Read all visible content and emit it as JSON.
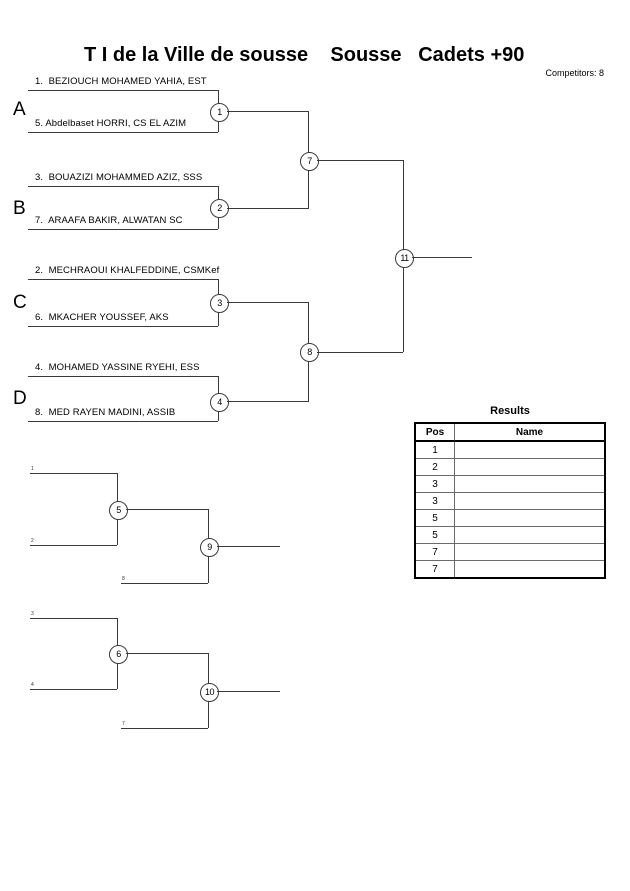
{
  "header": {
    "title": "T I de la Ville de sousse    Sousse   Cadets +90",
    "competitors_label": "Competitors: 8"
  },
  "groups": [
    {
      "letter": "A"
    },
    {
      "letter": "B"
    },
    {
      "letter": "C"
    },
    {
      "letter": "D"
    }
  ],
  "bracket": {
    "entries": [
      {
        "seed": "1.",
        "name": "BEZIOUCH MOHAMED YAHIA, EST",
        "text": "1.  BEZIOUCH MOHAMED YAHIA, EST"
      },
      {
        "seed": "5.",
        "name": "Abdelbaset HORRI, CS EL AZIM",
        "text": "5. Abdelbaset HORRI, CS EL AZIM"
      },
      {
        "seed": "3.",
        "name": "BOUAZIZI MOHAMMED AZIZ, SSS",
        "text": "3.  BOUAZIZI MOHAMMED AZIZ, SSS"
      },
      {
        "seed": "7.",
        "name": "ARAAFA BAKIR, ALWATAN SC",
        "text": "7.  ARAAFA BAKIR, ALWATAN SC"
      },
      {
        "seed": "2.",
        "name": "MECHRAOUI KHALFEDDINE, CSMKef",
        "text": "2.  MECHRAOUI KHALFEDDINE, CSMKef"
      },
      {
        "seed": "6.",
        "name": "MKACHER YOUSSEF, AKS",
        "text": "6.  MKACHER YOUSSEF, AKS"
      },
      {
        "seed": "4.",
        "name": "MOHAMED YASSINE RYEHI, ESS",
        "text": "4.  MOHAMED YASSINE RYEHI, ESS"
      },
      {
        "seed": "8.",
        "name": "MED RAYEN MADINI, ASSIB",
        "text": "8.  MED RAYEN MADINI, ASSIB"
      }
    ],
    "matches": [
      {
        "id": "1"
      },
      {
        "id": "2"
      },
      {
        "id": "3"
      },
      {
        "id": "4"
      },
      {
        "id": "7"
      },
      {
        "id": "8"
      },
      {
        "id": "11"
      }
    ]
  },
  "repechage": {
    "upper": {
      "matches": [
        {
          "id": "5"
        },
        {
          "id": "9"
        }
      ],
      "feeds": [
        {
          "label": "1"
        },
        {
          "label": "2"
        },
        {
          "label": "8"
        }
      ]
    },
    "lower": {
      "matches": [
        {
          "id": "6"
        },
        {
          "id": "10"
        }
      ],
      "feeds": [
        {
          "label": "3"
        },
        {
          "label": "4"
        },
        {
          "label": "7"
        }
      ]
    }
  },
  "results": {
    "title": "Results",
    "columns": [
      "Pos",
      "Name"
    ],
    "rows": [
      {
        "pos": "1",
        "name": ""
      },
      {
        "pos": "2",
        "name": ""
      },
      {
        "pos": "3",
        "name": ""
      },
      {
        "pos": "3",
        "name": ""
      },
      {
        "pos": "5",
        "name": ""
      },
      {
        "pos": "5",
        "name": ""
      },
      {
        "pos": "7",
        "name": ""
      },
      {
        "pos": "7",
        "name": ""
      }
    ]
  },
  "colors": {
    "line": "#3a3a3a",
    "text": "#000000",
    "background": "#ffffff"
  }
}
